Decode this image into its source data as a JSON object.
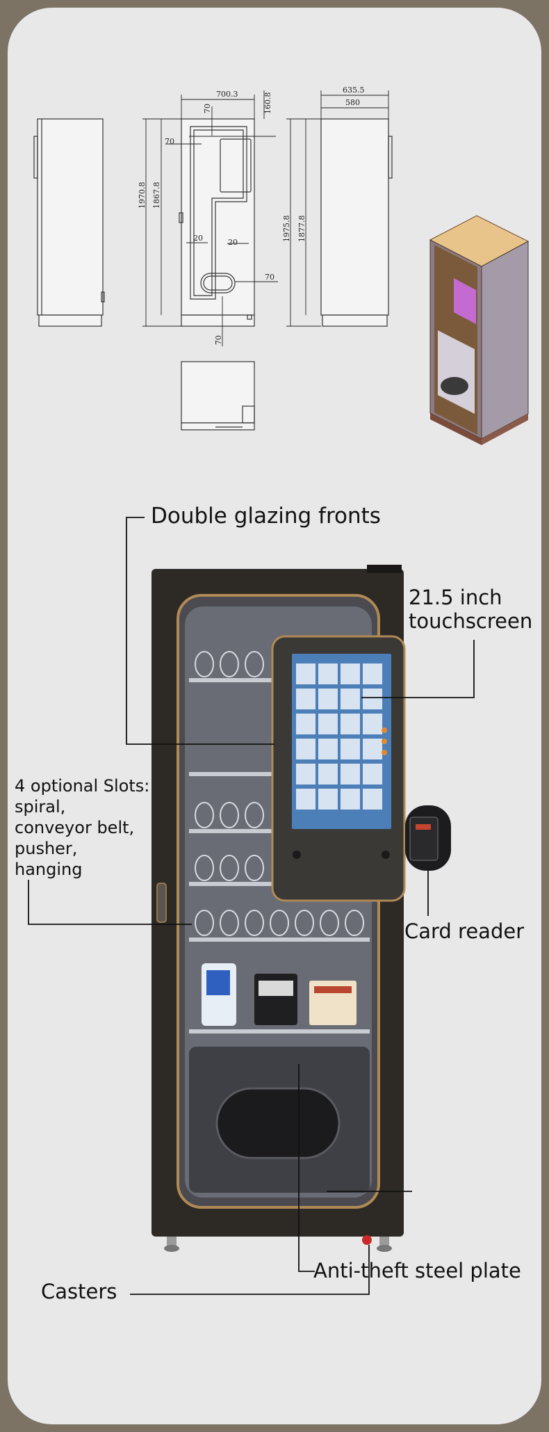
{
  "dimensions": {
    "overall_width": "700.3",
    "top_offset": "160.8",
    "depth_outer": "635.5",
    "depth_inner": "580",
    "height_overall": "1970.8",
    "height_inner": "1867.8",
    "side_height_overall": "1975.8",
    "side_height_inner": "1877.8",
    "margin_70": "70",
    "margin_20": "20"
  },
  "callouts": {
    "double_glazing": "Double glazing fronts",
    "touchscreen_line1": "21.5 inch",
    "touchscreen_line2": "touchscreen",
    "slots_line1": "4 optional Slots:",
    "slots_line2": "spiral,",
    "slots_line3": "conveyor belt,",
    "slots_line4": "pusher,",
    "slots_line5": "hanging",
    "card_reader": "Card reader",
    "anti_theft": "Anti-theft steel plate",
    "casters": "Casters"
  },
  "colors": {
    "frame": "#7c7365",
    "card": "#e8e8e9",
    "machine_body": "#2d2a26",
    "gold_trim": "#b08a55",
    "iso_top": "#e9c48a",
    "iso_panel": "#c46bd1"
  }
}
